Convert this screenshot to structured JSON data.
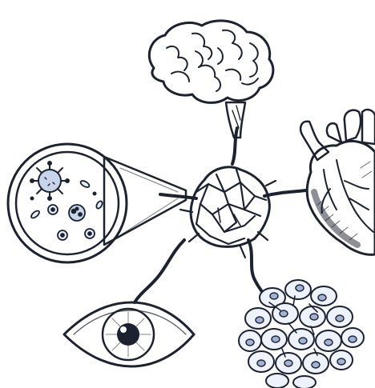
{
  "diagram": {
    "hub": {
      "icon": "neural-network-hub-icon"
    },
    "organs": [
      {
        "id": "brain",
        "icon": "brain-icon"
      },
      {
        "id": "heart",
        "icon": "heart-icon"
      },
      {
        "id": "microbes",
        "icon": "microbe-magnifier-icon"
      },
      {
        "id": "eye",
        "icon": "eye-icon"
      },
      {
        "id": "cells",
        "icon": "cell-cluster-icon"
      }
    ],
    "colors": {
      "ink": "#1c2230",
      "fill_light": "#e8eef8",
      "fill_mid": "#c7d4ea",
      "fill_dark": "#9fb3d6",
      "iris": "#8ea7d2",
      "pupil": "#1c2230",
      "background": "#ffffff"
    }
  }
}
